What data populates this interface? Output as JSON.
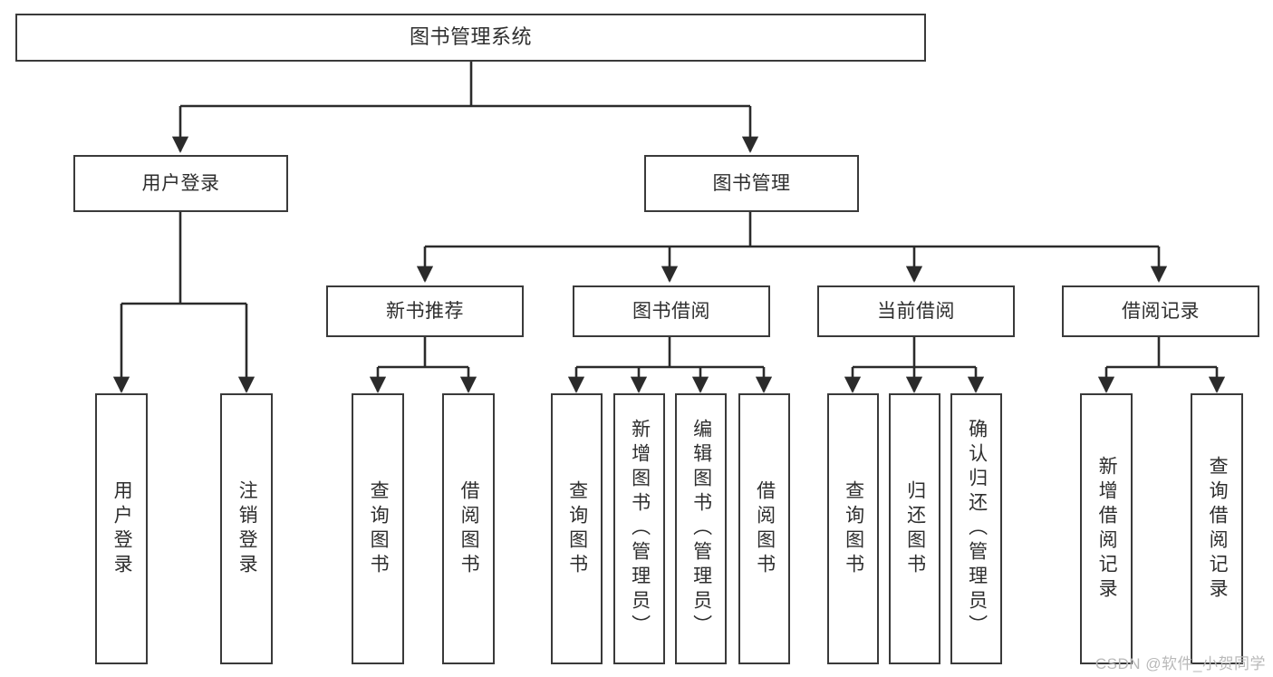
{
  "diagram": {
    "type": "tree",
    "title": "图书管理系统",
    "watermark": "CSDN @软件_小贺同学",
    "colors": {
      "box_border": "#3a3a3a",
      "box_fill": "#ffffff",
      "connector": "#2b2b2b",
      "text": "#2e2e2e",
      "watermark": "#b9b9b9",
      "background": "#ffffff"
    },
    "levels": {
      "root": {
        "label": "图书管理系统"
      },
      "level2": [
        {
          "label": "用户登录"
        },
        {
          "label": "图书管理"
        }
      ],
      "level3": [
        {
          "label": "新书推荐"
        },
        {
          "label": "图书借阅"
        },
        {
          "label": "当前借阅"
        },
        {
          "label": "借阅记录"
        }
      ],
      "leaves": {
        "user_login": [
          {
            "label": "用户登录"
          },
          {
            "label": "注销登录"
          }
        ],
        "new_book_recommend": [
          {
            "label": "查询图书"
          },
          {
            "label": "借阅图书"
          }
        ],
        "book_borrow": [
          {
            "label": "查询图书"
          },
          {
            "label": "新增图书（管理员）"
          },
          {
            "label": "编辑图书（管理员）"
          },
          {
            "label": "借阅图书"
          }
        ],
        "current_borrow": [
          {
            "label": "查询图书"
          },
          {
            "label": "归还图书"
          },
          {
            "label": "确认归还（管理员）"
          }
        ],
        "borrow_records": [
          {
            "label": "新增借阅记录"
          },
          {
            "label": "查询借阅记录"
          }
        ]
      }
    }
  }
}
